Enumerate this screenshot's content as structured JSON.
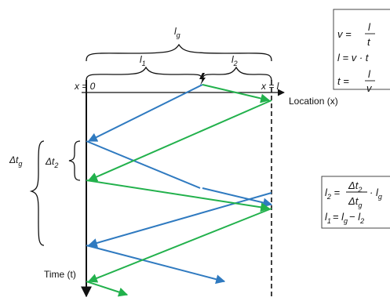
{
  "labels": {
    "lg": "l",
    "lg_sub": "g",
    "l1": "l",
    "l1_sub": "1",
    "l2": "l",
    "l2_sub": "2",
    "x0": "x = 0",
    "xl": "x = l",
    "location": "Location (x)",
    "time": "Time (t)",
    "dtg": "Δt",
    "dtg_sub": "g",
    "dt2": "Δt",
    "dt2_sub": "2",
    "fault_icon": "lightning-bolt"
  },
  "formulas_top": {
    "v_eq": "v =",
    "v_num": "l",
    "v_den": "t",
    "l_eq": "l = v · t",
    "t_eq": "t =",
    "t_num": "l",
    "t_den": "v"
  },
  "formulas_mid": {
    "l2_lhs": "l",
    "l2_lhs_sub": "2",
    "l2_num": "Δt",
    "l2_num_sub": "2",
    "l2_den": "Δt",
    "l2_den_sub": "g",
    "l2_tail": "· l",
    "l2_tail_sub": "g",
    "l1_eq": "l",
    "l1_sub": "1",
    "l1_rhs": "= l",
    "l1_rhs_sub1": "g",
    "l1_minus": "− l",
    "l1_rhs_sub2": "2"
  },
  "colors": {
    "blue_wave": "#2f7ac0",
    "green_wave": "#22b14c"
  }
}
